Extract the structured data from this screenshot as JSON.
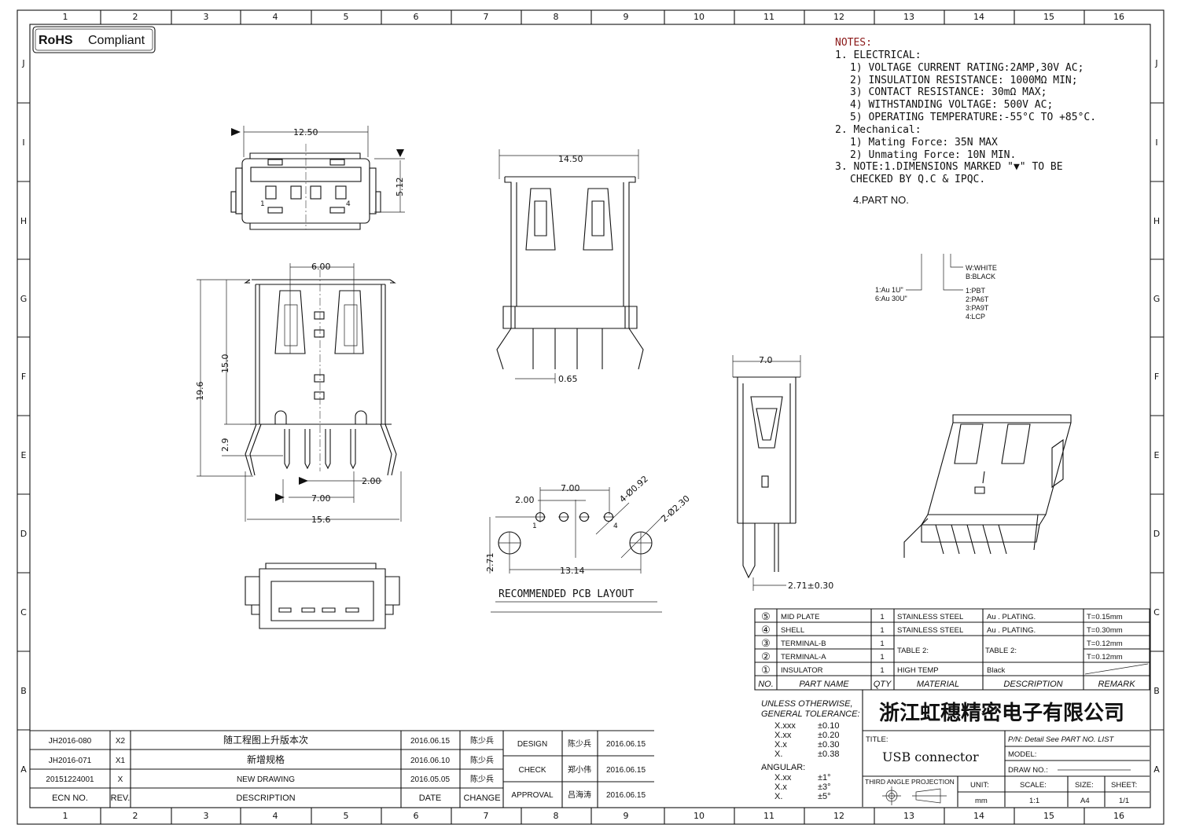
{
  "logo": {
    "bold": "RoHS",
    "text": "Compliant"
  },
  "grid": {
    "columns": [
      "1",
      "2",
      "3",
      "4",
      "5",
      "6",
      "7",
      "8",
      "9",
      "10",
      "11",
      "12",
      "13",
      "14",
      "15",
      "16"
    ],
    "rows": [
      "J",
      "I",
      "H",
      "G",
      "F",
      "E",
      "D",
      "C",
      "B",
      "A"
    ]
  },
  "notes": {
    "title": "NOTES:",
    "lines": [
      "1. ELECTRICAL:",
      "1) VOLTAGE CURRENT RATING:2AMP,30V AC;",
      "2) INSULATION RESISTANCE: 1000MΩ MIN;",
      "3) CONTACT RESISTANCE: 30mΩ MAX;",
      "4) WITHSTANDING VOLTAGE: 500V AC;",
      "5) OPERATING TEMPERATURE:-55°C TO +85°C.",
      "2. Mechanical:",
      "1) Mating Force:  35N MAX",
      "2) Unmating Force:  10N MIN.",
      "3. NOTE:1.DIMENSIONS MARKED \"▼\" TO BE",
      "CHECKED BY Q.C & IPQC.",
      "4.PART NO."
    ],
    "part_no": {
      "plating": [
        "1:Au 1U\"",
        "6:Au 30U\""
      ],
      "material": [
        "1:PBT",
        "2:PA6T",
        "3:PA9T",
        "4:LCP"
      ],
      "color": [
        "W:WHITE",
        "B:BLACK"
      ]
    }
  },
  "views": {
    "top": {
      "width": "12.50",
      "height": "5.12",
      "pin_first": "1",
      "pin_last": "4"
    },
    "front": {
      "slot_pitch": "6.00",
      "body_height": "15.0",
      "total_height": "19.6",
      "pin_length": "2.9",
      "pin_pitch": "2.00",
      "pin_span": "7.00",
      "leg_span": "15.6"
    },
    "rear": {
      "width": "14.50",
      "pin_width": "0.65"
    },
    "side": {
      "width": "7.0",
      "offset": "2.71±0.30"
    },
    "pcb": {
      "pin_span": "7.00",
      "pin_pitch": "2.00",
      "small_holes": "4-Ø0.92",
      "large_holes": "2-Ø2.30",
      "offset": "2.71",
      "hole_span": "13.14",
      "pin_first": "1",
      "pin_last": "4",
      "caption": "RECOMMENDED PCB LAYOUT"
    }
  },
  "bom": {
    "headers": [
      "NO.",
      "PART NAME",
      "QTY",
      "MATERIAL",
      "DESCRIPTION",
      "REMARK"
    ],
    "rows": [
      {
        "no": "⑤",
        "name": "MID PLATE",
        "qty": "1",
        "material": "STAINLESS STEEL",
        "desc": "Au . PLATING.",
        "remark": "T=0.15mm"
      },
      {
        "no": "④",
        "name": "SHELL",
        "qty": "1",
        "material": "STAINLESS STEEL",
        "desc": "Au . PLATING.",
        "remark": "T=0.30mm"
      },
      {
        "no": "③",
        "name": "TERMINAL-B",
        "qty": "1",
        "material": "TABLE 2:",
        "desc": "TABLE 2:",
        "remark": "T=0.12mm"
      },
      {
        "no": "②",
        "name": "TERMINAL-A",
        "qty": "1",
        "material": "",
        "desc": "",
        "remark": "T=0.12mm"
      },
      {
        "no": "①",
        "name": "INSULATOR",
        "qty": "1",
        "material": "HIGH TEMP",
        "desc": "Black",
        "remark": ""
      }
    ]
  },
  "title_block": {
    "tolerance": {
      "heading": [
        "UNLESS OTHERWISE,",
        "GENERAL TOLERANCE:"
      ],
      "linear": [
        [
          "X.xxx",
          "±0.10"
        ],
        [
          "X.xx",
          "±0.20"
        ],
        [
          "X.x",
          "±0.30"
        ],
        [
          "X.",
          "±0.38"
        ]
      ],
      "angular_label": "ANGULAR:",
      "angular": [
        [
          "X.xx",
          "±1°"
        ],
        [
          "X.x",
          "±3°"
        ],
        [
          "X.",
          "±5°"
        ]
      ]
    },
    "company": "浙江虹穗精密电子有限公司",
    "title_label": "TITLE:",
    "title": "USB connector",
    "pn": "P/N: Detail See PART NO. LIST",
    "model": "MODEL:",
    "draw_no": "DRAW NO.:",
    "projection": "THIRD ANGLE PROJECTION",
    "unit_label": "UNIT:",
    "unit": "mm",
    "scale_label": "SCALE:",
    "scale": "1:1",
    "size_label": "SIZE:",
    "size": "A4",
    "sheet_label": "SHEET:",
    "sheet": "1/1"
  },
  "revisions": {
    "headers": [
      "ECN NO.",
      "REV.",
      "DESCRIPTION",
      "DATE",
      "CHANGE"
    ],
    "rows": [
      {
        "ecn": "JH2016-080",
        "rev": "X2",
        "desc": "随工程图上升版本次",
        "date": "2016.06.15",
        "by": "陈少兵"
      },
      {
        "ecn": "JH2016-071",
        "rev": "X1",
        "desc": "新增规格",
        "date": "2016.06.10",
        "by": "陈少兵"
      },
      {
        "ecn": "20151224001",
        "rev": "X",
        "desc": "NEW DRAWING",
        "date": "2016.05.05",
        "by": "陈少兵"
      }
    ],
    "approvals": [
      {
        "role": "DESIGN",
        "name": "陈少兵",
        "date": "2016.06.15"
      },
      {
        "role": "CHECK",
        "name": "郑小伟",
        "date": "2016.06.15"
      },
      {
        "role": "APPROVAL",
        "name": "吕海涛",
        "date": "2016.06.15"
      }
    ]
  }
}
